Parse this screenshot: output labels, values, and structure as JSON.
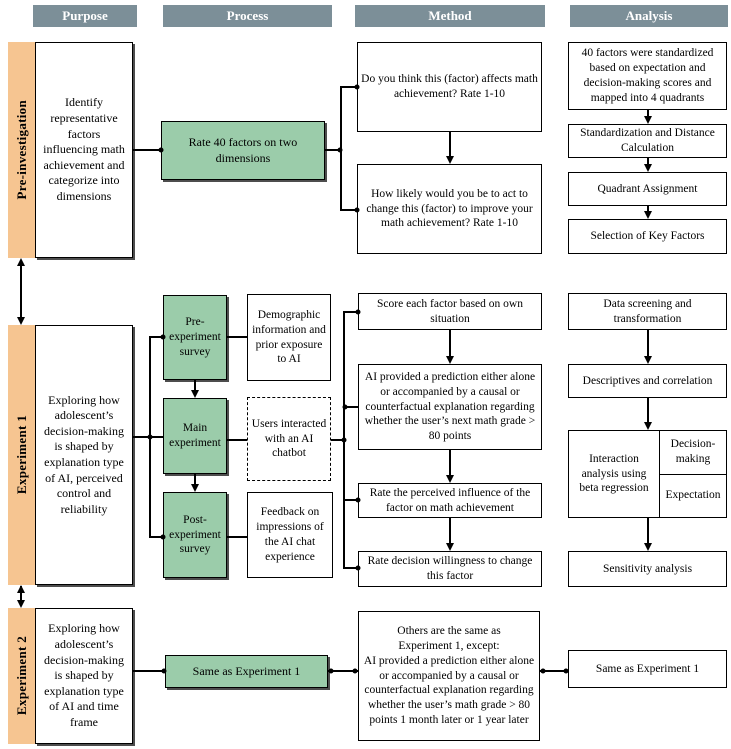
{
  "colors": {
    "header_bg": "#7C8F98",
    "header_text": "#FFFFFF",
    "row_band_bg": "#F6C591",
    "process_box_bg": "#9BCCAA",
    "box_border": "#000000"
  },
  "headers": {
    "purpose": "Purpose",
    "process": "Process",
    "method": "Method",
    "analysis": "Analysis"
  },
  "pre": {
    "label": "Pre-investigation",
    "purpose": "Identify representative factors influencing math achievement and categorize into dimensions",
    "process": "Rate 40 factors on two dimensions",
    "method1": "Do you think this (factor) affects math achievement? Rate 1-10",
    "method2": "How likely would you be to act to change this (factor) to improve your math achievement? Rate 1-10",
    "analysis1": "40 factors were standardized based on expectation and decision-making scores and mapped into 4 quadrants",
    "analysis2": "Standardization and Distance Calculation",
    "analysis3": "Quadrant Assignment",
    "analysis4": "Selection of Key Factors"
  },
  "exp1": {
    "label": "Experiment 1",
    "purpose": "Exploring how adolescent’s decision-making is shaped by explanation type of AI, perceived control and reliability",
    "process1": "Pre-experiment survey",
    "process2": "Main experiment",
    "process3": "Post-experiment survey",
    "note1": "Demographic information and prior exposure to AI",
    "note2": "Users interacted with an AI chatbot",
    "note3": "Feedback on impressions of the AI chat experience",
    "method1": "Score each factor based on own situation",
    "method2": "AI provided a prediction either alone or accompanied by a causal or counterfactual explanation regarding whether the user’s next math grade > 80 points",
    "method3": "Rate the perceived influence of the factor on math achievement",
    "method4": "Rate decision willingness to change this factor",
    "analysis1": "Data screening and transformation",
    "analysis2": "Descriptives and correlation",
    "analysis3_main": "Interaction analysis using beta regression",
    "analysis3_cell_top": "Decision-making",
    "analysis3_cell_bottom": "Expectation",
    "analysis4": "Sensitivity analysis"
  },
  "exp2": {
    "label": "Experiment 2",
    "purpose": "Exploring how adolescent’s decision-making is shaped by explanation type of AI and time frame",
    "process": "Same as Experiment 1",
    "method": "Others are the same as\nExperiment 1, except:\nAI provided a prediction either alone or accompanied by a causal or counterfactual explanation regarding whether the user’s math grade > 80 points 1 month later or 1 year later",
    "analysis": "Same as Experiment 1"
  }
}
